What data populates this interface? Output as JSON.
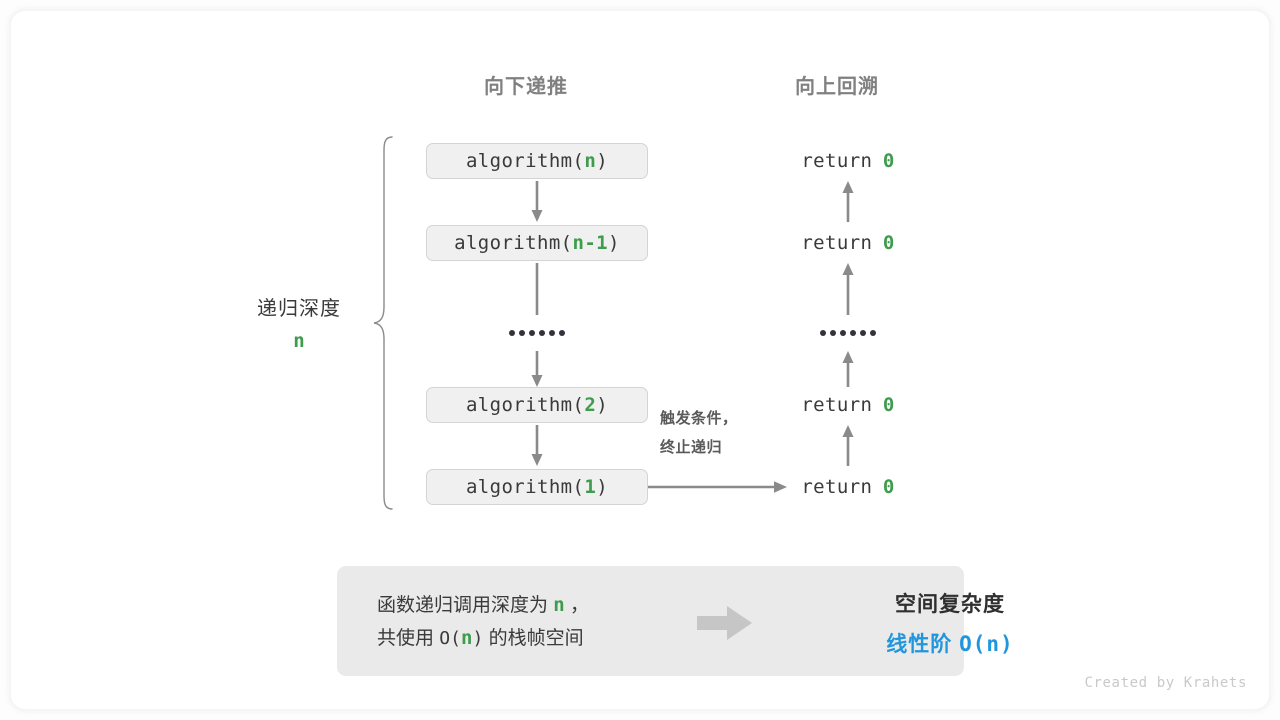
{
  "headers": {
    "down": "向下递推",
    "up": "向上回溯"
  },
  "depth": {
    "label": "递归深度",
    "value": "n"
  },
  "call_stack": [
    {
      "prefix": "algorithm(",
      "arg": "n",
      "suffix": ")"
    },
    {
      "prefix": "algorithm(",
      "arg": "n-1",
      "suffix": ")"
    },
    {
      "prefix": "algorithm(",
      "arg": "2",
      "suffix": ")"
    },
    {
      "prefix": "algorithm(",
      "arg": "1",
      "suffix": ")"
    }
  ],
  "returns": [
    {
      "keyword": "return",
      "value": "0"
    },
    {
      "keyword": "return",
      "value": "0"
    },
    {
      "keyword": "return",
      "value": "0"
    },
    {
      "keyword": "return",
      "value": "0"
    }
  ],
  "trigger_note": {
    "line1": "触发条件，",
    "line2": "终止递归"
  },
  "summary": {
    "left_line1_a": "函数递归调用深度为",
    "left_line1_n": "n",
    "left_line1_b": "，",
    "left_line2_a": "共使用",
    "left_line2_o": "O(",
    "left_line2_n": "n",
    "left_line2_o2": ")",
    "left_line2_b": "的栈帧空间",
    "right_title": "空间复杂度",
    "right_value_text": "线性阶",
    "right_value_mono": "O(n)"
  },
  "credit": "Created by Krahets",
  "colors": {
    "accent_green": "#3e9c4d",
    "accent_blue": "#2196dd",
    "box_fill": "#f0f0f0",
    "box_border": "#d4d4d4",
    "panel_fill": "#eaeaea",
    "arrow": "#8a8a8a",
    "header_text": "#808080"
  }
}
